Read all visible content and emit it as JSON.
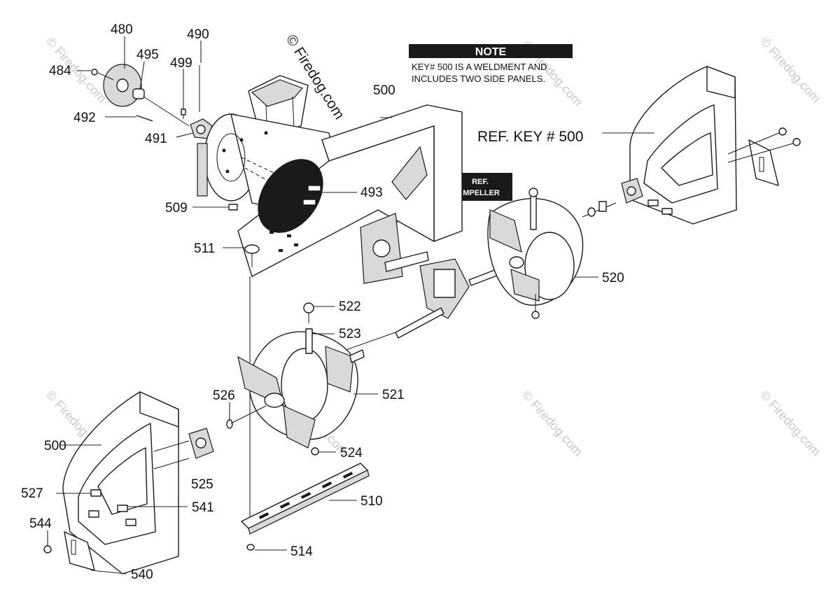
{
  "watermark": {
    "main": "© Firedog.com",
    "faded": "© Firedog.com"
  },
  "note": {
    "header": "NOTE",
    "line1": "KEY# 500 IS A WELDMENT AND",
    "line2": "INCLUDES TWO SIDE PANELS."
  },
  "ref_impeller": {
    "line1": "REF.",
    "line2": "IMPELLER"
  },
  "ref_key": "REF. KEY # 500",
  "labels": {
    "p480": "480",
    "p484": "484",
    "p490": "490",
    "p491": "491",
    "p492": "492",
    "p493": "493",
    "p495": "495",
    "p499": "499",
    "p500a": "500",
    "p500b": "500",
    "p509": "509",
    "p510": "510",
    "p511": "511",
    "p514": "514",
    "p520": "520",
    "p521": "521",
    "p522": "522",
    "p523": "523",
    "p524": "524",
    "p525": "525",
    "p526": "526",
    "p527": "527",
    "p540": "540",
    "p541": "541",
    "p544": "544"
  }
}
